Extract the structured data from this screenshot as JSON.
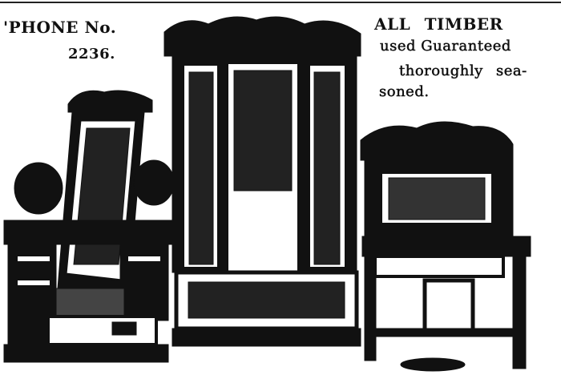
{
  "advert": {
    "phone_label": "'PHONE No.",
    "phone_number": "2236.",
    "timber_line1": "ALL TIMBER",
    "timber_line2": "used Guaranteed",
    "timber_line3": "thoroughly sea-",
    "timber_line4": "soned."
  },
  "colors": {
    "ink": "#111111",
    "paper": "#ffffff"
  }
}
